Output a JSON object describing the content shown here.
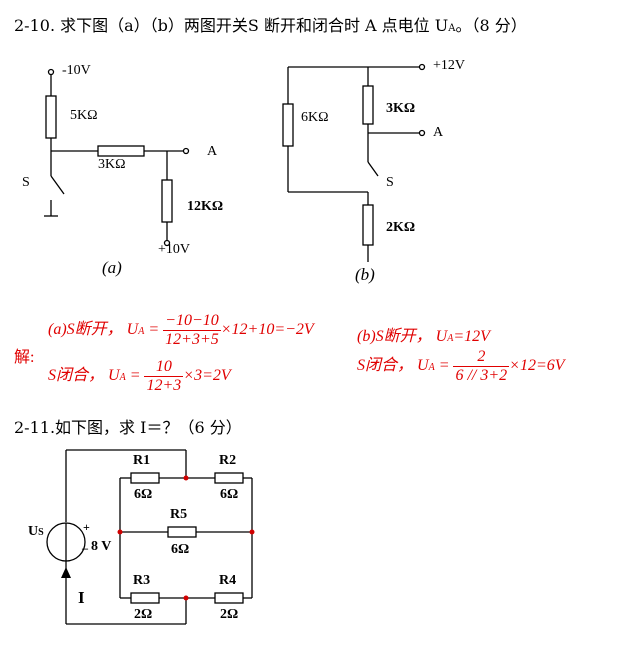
{
  "q210": {
    "title": "2-10. 求下图（a）（b）两图开关S 断开和闭合时 A 点电位 U",
    "title_sub": "A",
    "title_end": "。（8 分）"
  },
  "circuit_a": {
    "v_top": "-10V",
    "r_top": "5KΩ",
    "r_mid": "3KΩ",
    "r_bottom": "12KΩ",
    "v_bottom": "+10V",
    "node": "A",
    "switch": "S",
    "caption": "(a)"
  },
  "circuit_b": {
    "v_top": "+12V",
    "r_left": "6KΩ",
    "r_top": "3KΩ",
    "r_bottom": "2KΩ",
    "node": "A",
    "switch": "S",
    "caption": "(b)"
  },
  "solution": {
    "label": "解:",
    "a_open_prefix": "(a)S断开，",
    "a_open_u": "U",
    "a_open_sub": "A",
    "a_open_eq": "=",
    "a_open_num": "−10−10",
    "a_open_den": "12+3+5",
    "a_open_tail": "×12+10=−2V",
    "a_closed_prefix": "S闭合，",
    "a_closed_u": "U",
    "a_closed_sub": "A",
    "a_closed_eq": "=",
    "a_closed_num": "10",
    "a_closed_den": "12+3",
    "a_closed_tail": "×3=2V",
    "b_open_prefix": "(b)S断开，",
    "b_open_u": "U",
    "b_open_sub": "A",
    "b_open_tail": "=12V",
    "b_closed_prefix": "S闭合，",
    "b_closed_u": "U",
    "b_closed_sub": "A",
    "b_closed_eq": "=",
    "b_closed_num": "2",
    "b_closed_den": "6 // 3+2",
    "b_closed_tail": "×12=6V"
  },
  "q211": {
    "title": "2-11.如下图，求 I＝？（6 分）"
  },
  "circuit_c": {
    "source_label": "U",
    "source_sub": "S",
    "plus": "+",
    "minus": "_",
    "voltage": "8 V",
    "current": "I",
    "R1": "R1",
    "R1_val": "6Ω",
    "R2": "R2",
    "R2_val": "6Ω",
    "R5": "R5",
    "R5_val": "6Ω",
    "R3": "R3",
    "R3_val": "2Ω",
    "R4": "R4",
    "R4_val": "2Ω"
  }
}
